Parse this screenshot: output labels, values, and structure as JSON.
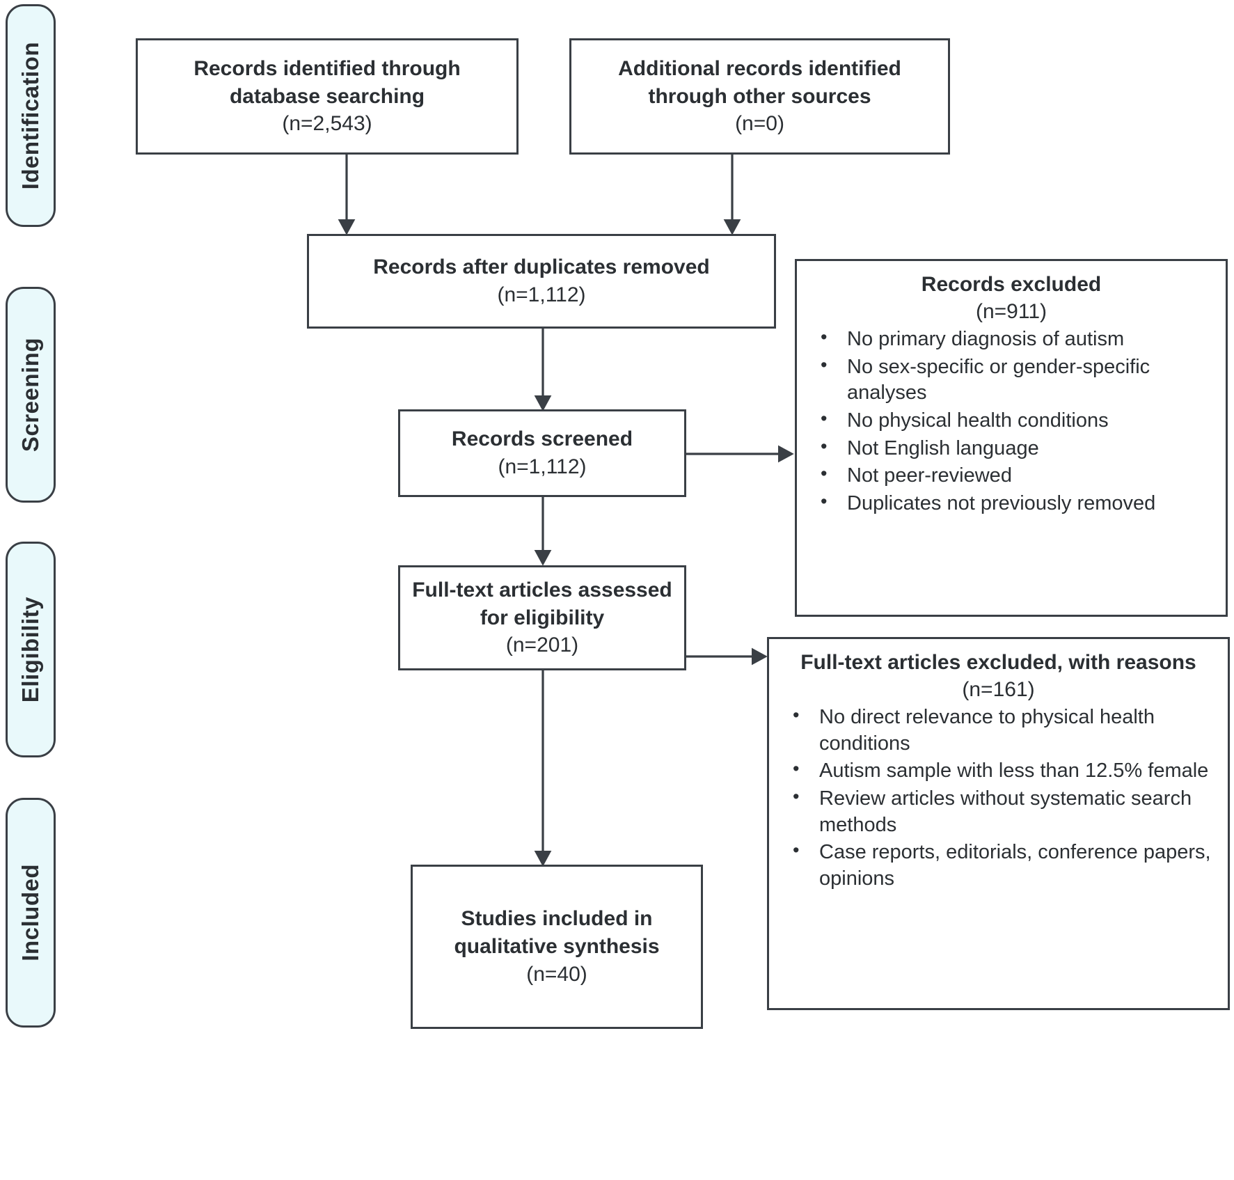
{
  "diagram": {
    "type": "prisma-flow-diagram",
    "stages": [
      {
        "id": "identification",
        "label": "Identification"
      },
      {
        "id": "screening",
        "label": "Screening"
      },
      {
        "id": "eligibility",
        "label": "Eligibility"
      },
      {
        "id": "included",
        "label": "Included"
      }
    ],
    "boxes": {
      "records_identified": {
        "title": "Records identified through database searching",
        "count": "(n=2,543)"
      },
      "additional_records": {
        "title": "Additional records identified through other sources",
        "count": "(n=0)"
      },
      "after_duplicates": {
        "title": "Records after duplicates removed",
        "count": "(n=1,112)"
      },
      "records_screened": {
        "title": "Records screened",
        "count": "(n=1,112)"
      },
      "fulltext_assessed": {
        "title": "Full-text articles assessed for eligibility",
        "count": "(n=201)"
      },
      "studies_included": {
        "title": "Studies included in qualitative synthesis",
        "count": "(n=40)"
      }
    },
    "excluded": {
      "records_excluded": {
        "title": "Records excluded",
        "count": "(n=911)",
        "reasons": [
          "No primary diagnosis of autism",
          "No sex-specific or gender-specific analyses",
          "No physical health conditions",
          "Not English language",
          "Not peer-reviewed",
          "Duplicates not previously removed"
        ]
      },
      "fulltext_excluded": {
        "title": "Full-text articles excluded, with reasons",
        "count": "(n=161)",
        "reasons": [
          "No direct relevance to physical health conditions",
          "Autism sample with less than 12.5% female",
          "Review articles without systematic search methods",
          "Case reports, editorials, conference papers, opinions"
        ]
      }
    },
    "colors": {
      "stage_fill": "#e9f9fb",
      "stroke": "#3a3f45",
      "box_fill": "#ffffff",
      "text": "#2b2f33"
    }
  }
}
